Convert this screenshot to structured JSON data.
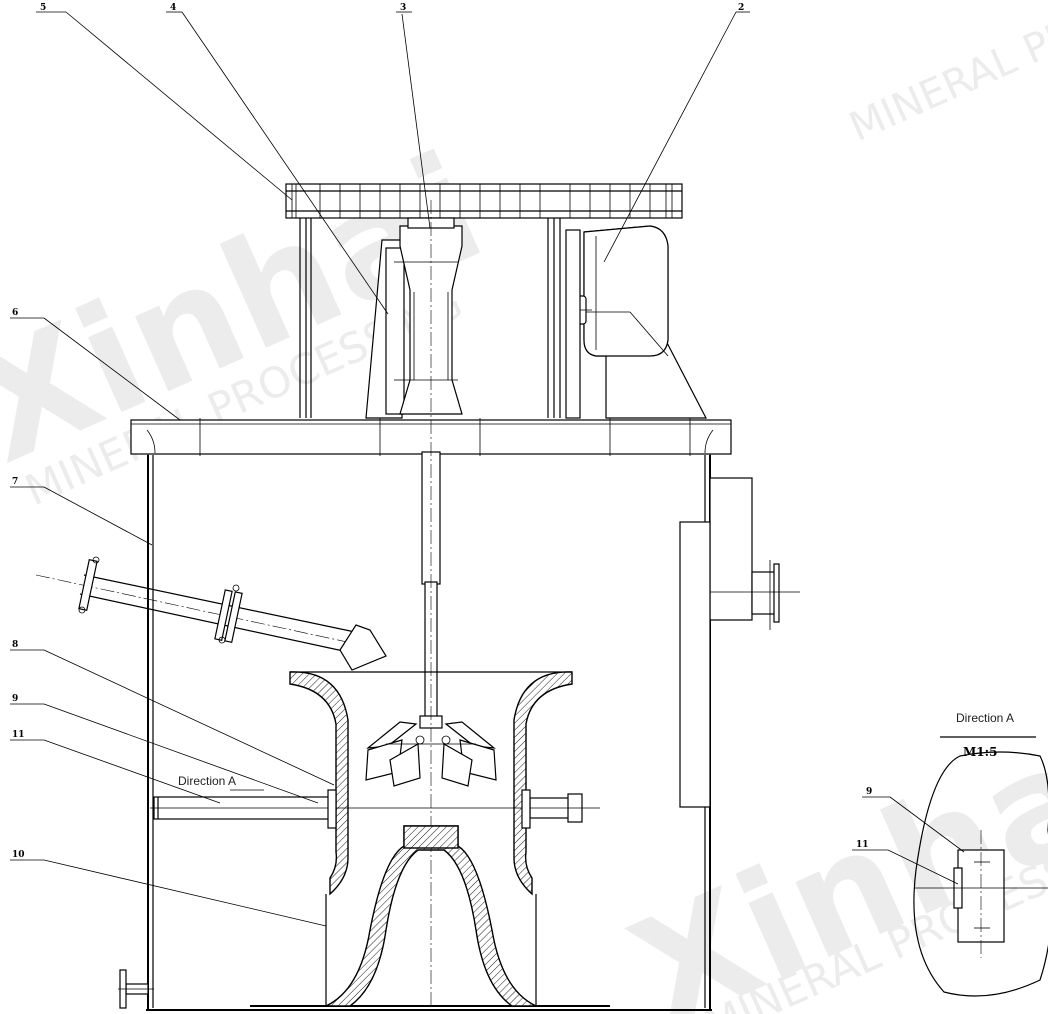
{
  "watermark": {
    "brand": "Xinhai",
    "tagline": "MINERAL PROCESSING"
  },
  "labels": {
    "direction_main": "Direction A",
    "direction_view": "Direction A",
    "view_scale": "M1:5"
  },
  "callouts": [
    {
      "id": "2",
      "text": "2"
    },
    {
      "id": "3",
      "text": "3"
    },
    {
      "id": "4",
      "text": "4"
    },
    {
      "id": "5",
      "text": "5"
    },
    {
      "id": "6",
      "text": "6"
    },
    {
      "id": "7",
      "text": "7"
    },
    {
      "id": "8",
      "text": "8"
    },
    {
      "id": "9",
      "text": "9"
    },
    {
      "id": "10",
      "text": "10"
    },
    {
      "id": "11",
      "text": "11"
    },
    {
      "id": "9b",
      "text": "9"
    },
    {
      "id": "11b",
      "text": "11"
    }
  ]
}
